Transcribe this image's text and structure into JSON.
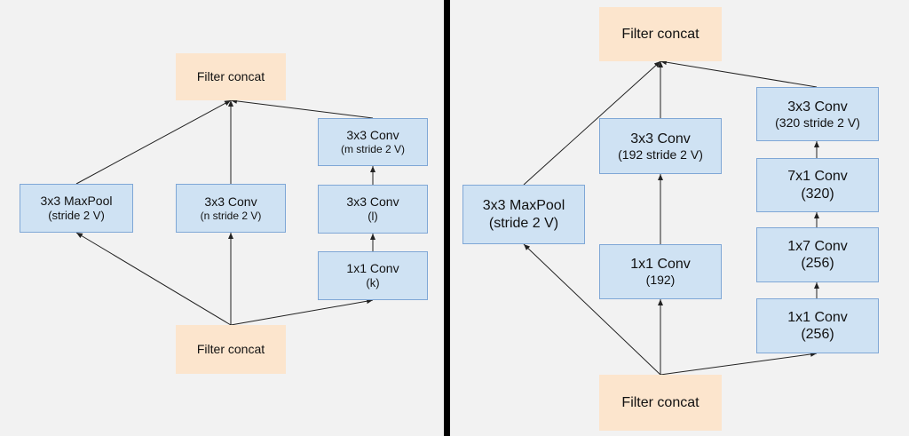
{
  "left": {
    "top_concat": "Filter concat",
    "maxpool": {
      "line1": "3x3 MaxPool",
      "line2": "(stride 2 V)"
    },
    "conv_mid": {
      "line1": "3x3 Conv",
      "line2": "(n stride 2 V)"
    },
    "conv_top": {
      "line1": "3x3 Conv",
      "line2": "(m stride 2 V)"
    },
    "conv_l": {
      "line1": "3x3 Conv",
      "line2": "(l)"
    },
    "conv_k": {
      "line1": "1x1 Conv",
      "line2": "(k)"
    },
    "bottom_concat": "Filter concat"
  },
  "right": {
    "top_concat": "Filter concat",
    "maxpool": {
      "line1": "3x3 MaxPool",
      "line2": "(stride 2 V)"
    },
    "conv_3x3_192": {
      "line1": "3x3 Conv",
      "line2": "(192 stride 2 V)"
    },
    "conv_1x1_192": {
      "line1": "1x1 Conv",
      "line2": "(192)"
    },
    "conv_3x3_320": {
      "line1": "3x3 Conv",
      "line2": "(320 stride 2 V)"
    },
    "conv_7x1": {
      "line1": "7x1 Conv",
      "line2": "(320)"
    },
    "conv_1x7": {
      "line1": "1x7 Conv",
      "line2": "(256)"
    },
    "conv_1x1_256": {
      "line1": "1x1 Conv",
      "line2": "(256)"
    },
    "bottom_concat": "Filter concat"
  },
  "colors": {
    "conv_fill": "#cfe2f3",
    "conv_border": "#7fa7d6",
    "concat_fill": "#fce5cd",
    "panel_background": "#f2f2f2",
    "divider": "#000000"
  }
}
